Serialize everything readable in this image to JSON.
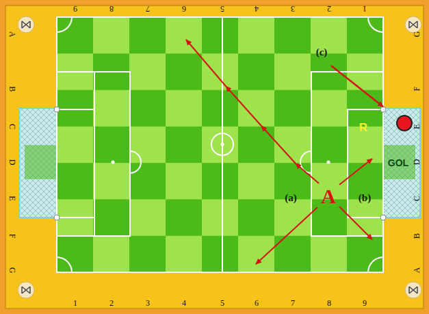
{
  "diagram": {
    "labels": [
      "9",
      "8",
      "7",
      "6",
      "5",
      "4",
      "3",
      "2",
      "1",
      "1",
      "2",
      "3",
      "4",
      "5",
      "6",
      "7",
      "8",
      "9",
      "A",
      "B",
      "C",
      "D",
      "E",
      "F",
      "G",
      "G",
      "F",
      "E",
      "D",
      "C",
      "B",
      "A",
      "(c)",
      "R",
      "GOL",
      "(a)",
      "A",
      "(b)"
    ]
  }
}
